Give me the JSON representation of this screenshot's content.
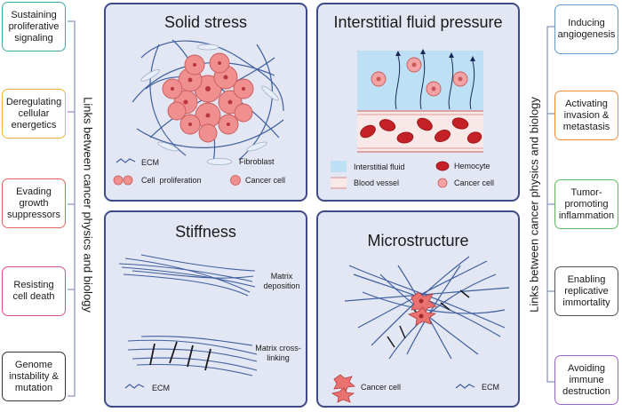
{
  "left_hallmarks": [
    {
      "label": "Sustaining proliferative signaling",
      "color": "#3fa9a4"
    },
    {
      "label": "Deregulating cellular energetics",
      "color": "#f0b43c"
    },
    {
      "label": "Evading growth suppressors",
      "color": "#e0675f"
    },
    {
      "label": "Resisting cell death",
      "color": "#d24f96"
    },
    {
      "label": "Genome instability & mutation",
      "color": "#333333"
    }
  ],
  "right_hallmarks": [
    {
      "label": "Inducing angiogenesis",
      "color": "#5b9bd5"
    },
    {
      "label": "Activating invasion & metastasis",
      "color": "#ec8a3c"
    },
    {
      "label": "Tumor-promoting inflammation",
      "color": "#5cb85c"
    },
    {
      "label": "Enabling replicative immortality",
      "color": "#555555"
    },
    {
      "label": "Avoiding immune destruction",
      "color": "#9966cc"
    }
  ],
  "links_label": "Links between cancer physics and biology",
  "panels": {
    "solid_stress": {
      "title": "Solid stress",
      "legend": {
        "ecm": "ECM",
        "fibroblast": "Fibroblast",
        "proliferation": "Cell  proliferation",
        "cancer_cell": "Cancer cell"
      }
    },
    "ifp": {
      "title": "Interstitial fluid pressure",
      "legend": {
        "fluid": "Interstitial fluid",
        "hemocyte": "Hemocyte",
        "vessel": "Blood vessel",
        "cancer_cell": "Cancer cell"
      }
    },
    "stiffness": {
      "title": "Stiffness",
      "labels": {
        "deposition": "Matrix deposition",
        "crosslinking": "Matrix cross-linking",
        "ecm": "ECM"
      }
    },
    "microstructure": {
      "title": "Microstructure",
      "legend": {
        "cancer_cell": "Cancer cell",
        "ecm": "ECM"
      }
    }
  },
  "colors": {
    "panel_bg": "#e3e7f3",
    "panel_border": "#3e4a8a",
    "fiber": "#3f5f9e",
    "cancer": "#ef8f8f",
    "blood": "#c42127"
  }
}
